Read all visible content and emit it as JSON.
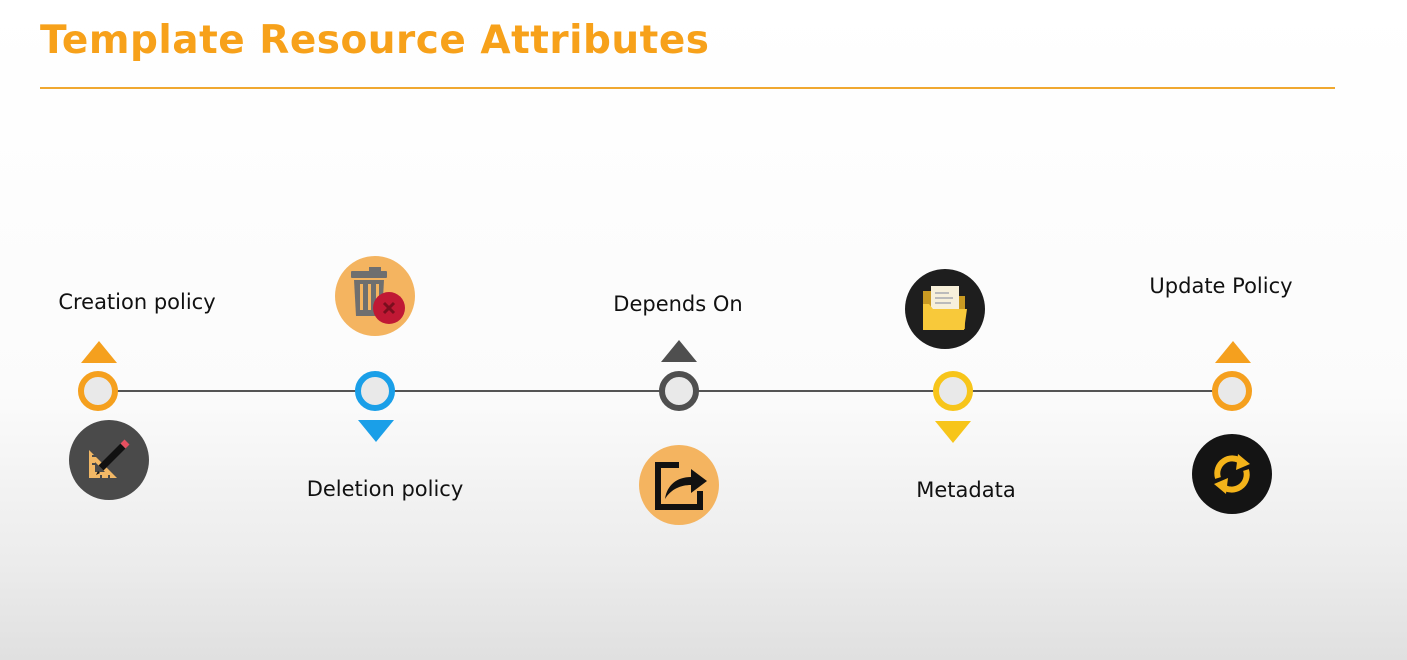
{
  "title": "Template Resource Attributes",
  "colors": {
    "accent": "#f7a11a",
    "blue": "#1a9fe8",
    "gray": "#4f4f4f",
    "yellow": "#f7c51a",
    "dark": "#1e1e1e",
    "peach": "#f4b460"
  },
  "timeline": {
    "steps": [
      {
        "label": "Creation policy",
        "icon": "ruler-pencil-icon",
        "marker_color": "orange"
      },
      {
        "label": "Deletion policy",
        "icon": "trash-delete-icon",
        "marker_color": "blue"
      },
      {
        "label": "Depends On",
        "icon": "share-arrow-icon",
        "marker_color": "gray"
      },
      {
        "label": "Metadata",
        "icon": "folder-icon",
        "marker_color": "yellow"
      },
      {
        "label": "Update Policy",
        "icon": "refresh-icon",
        "marker_color": "orange"
      }
    ]
  }
}
